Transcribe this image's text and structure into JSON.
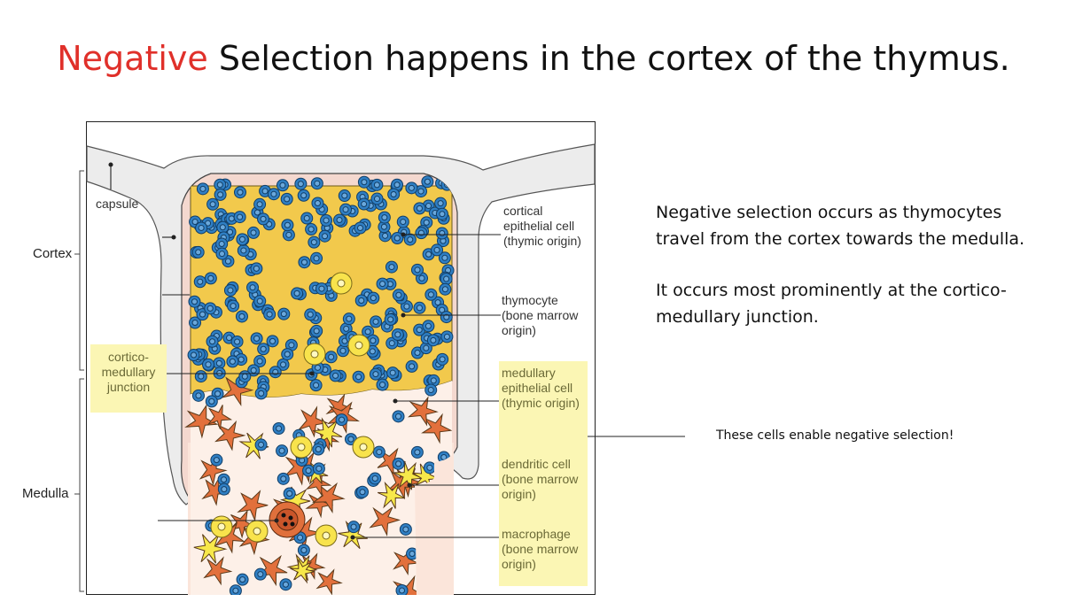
{
  "title": {
    "accent_word": "Negative",
    "rest": " Selection happens in the cortex of the thymus."
  },
  "figure": {
    "side_labels": {
      "cortex": "Cortex",
      "medulla": "Medulla"
    },
    "labels": {
      "capsule": "capsule",
      "cortical_epithelial_1": "cortical",
      "cortical_epithelial_2": "epithelial cell",
      "cortical_epithelial_3": "(thymic origin)",
      "thymocyte_1": "thymocyte",
      "thymocyte_2": "(bone marrow",
      "thymocyte_3": "origin)",
      "cmj_1": "cortico-",
      "cmj_2": "medullary",
      "cmj_3": "junction",
      "medullary_epithelial_1": "medullary",
      "medullary_epithelial_2": "epithelial cell",
      "medullary_epithelial_3": "(thymic origin)",
      "dendritic_1": "dendritic cell",
      "dendritic_2": "(bone marrow",
      "dendritic_3": "origin)",
      "macrophage_1": "macrophage",
      "macrophage_2": "(bone marrow",
      "macrophage_3": "origin)"
    },
    "colors": {
      "thymocyte": "#2f7fc4",
      "cortical_epithelial": "#f2c94c",
      "medullary_epithelial": "#e2703c",
      "dendritic": "#f7e84a",
      "capsule": "#ececec",
      "highlight": "#fbf6b4"
    }
  },
  "body": {
    "paragraph_1_line_1": "Negative selection occurs as thymocytes",
    "paragraph_1_line_2": "travel from the cortex towards the medulla.",
    "paragraph_2_line_1": "It occurs most prominently at the cortico-",
    "paragraph_2_line_2": "medullary junction."
  },
  "note": "These cells enable negative selection!"
}
